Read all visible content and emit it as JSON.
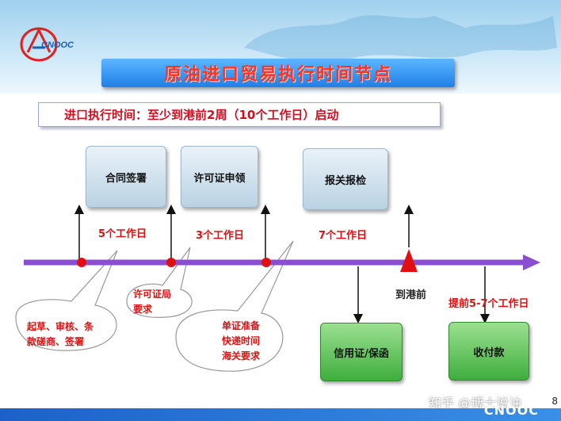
{
  "logo": {
    "brand": "CNOOC"
  },
  "title": "原油进口贸易执行时间节点",
  "subtitle": "进口执行时间：至少到港前2周（10个工作日）启动",
  "stages": [
    {
      "label": "合同签署"
    },
    {
      "label": "许可证申领"
    },
    {
      "label": "报关报检"
    }
  ],
  "intervals": [
    {
      "label": "5个工作日"
    },
    {
      "label": "3个工作日"
    },
    {
      "label": "7个工作日"
    }
  ],
  "arrival_label": "到港前",
  "payment_timing_label": "提前5-7个工作日",
  "lower_boxes": [
    {
      "label": "信用证/保函"
    },
    {
      "label": "收付款"
    }
  ],
  "callouts": [
    {
      "lines": [
        "起草、审核、条",
        "款磋商、签署"
      ]
    },
    {
      "lines": [
        "许可证局",
        "要求"
      ]
    },
    {
      "lines": [
        "单证准备",
        "快递时间",
        "海关要求"
      ]
    }
  ],
  "watermark": "知乎 @博士说油",
  "page_number": "8",
  "colors": {
    "timeline": "#8a4fd0",
    "node_red": "#e01010",
    "title_red": "#ff3322"
  }
}
